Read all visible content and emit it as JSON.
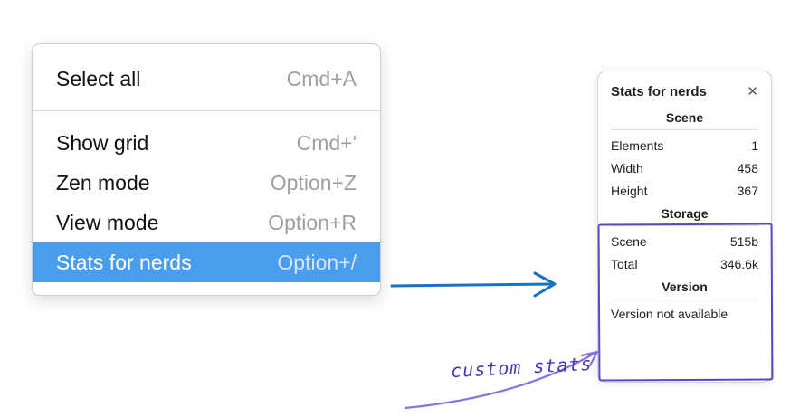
{
  "menu": {
    "items": [
      {
        "label": "Select all",
        "shortcut": "Cmd+A"
      },
      {
        "label": "Show grid",
        "shortcut": "Cmd+'"
      },
      {
        "label": "Zen mode",
        "shortcut": "Option+Z"
      },
      {
        "label": "View mode",
        "shortcut": "Option+R"
      },
      {
        "label": "Stats for nerds",
        "shortcut": "Option+/"
      }
    ]
  },
  "stats_panel": {
    "title": "Stats for nerds",
    "close_icon": "✕",
    "scene_section": {
      "header": "Scene",
      "rows": [
        {
          "label": "Elements",
          "value": "1"
        },
        {
          "label": "Width",
          "value": "458"
        },
        {
          "label": "Height",
          "value": "367"
        }
      ]
    },
    "storage_section": {
      "header": "Storage",
      "rows": [
        {
          "label": "Scene",
          "value": "515b"
        },
        {
          "label": "Total",
          "value": "346.6k"
        }
      ]
    },
    "version_section": {
      "header": "Version",
      "note": "Version not available"
    }
  },
  "annotation": {
    "label": "custom stats"
  },
  "colors": {
    "menu_highlight": "#4a9ded",
    "shortcut_gray": "#9a9fa6",
    "arrow_blue": "#1971c2",
    "annotation_purple": "#5b46c8",
    "annotation_arrow_purple": "#8a72e0"
  }
}
